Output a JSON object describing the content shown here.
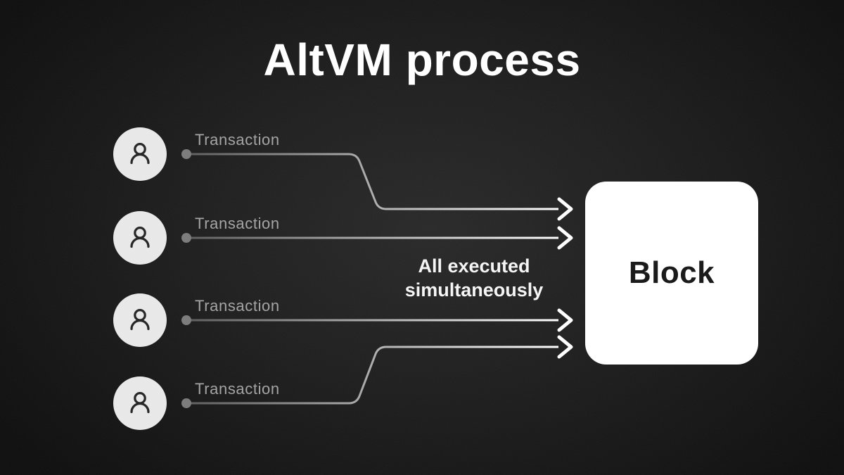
{
  "title": "AltVM process",
  "rows": [
    {
      "label": "Transaction"
    },
    {
      "label": "Transaction"
    },
    {
      "label": "Transaction"
    },
    {
      "label": "Transaction"
    }
  ],
  "annotation": {
    "line1": "All executed",
    "line2": "simultaneously"
  },
  "block": {
    "label": "Block"
  },
  "icons": {
    "avatar": "person-icon"
  },
  "colors": {
    "background_center": "#282828",
    "background_edge": "#0d0d0d",
    "line_gradient_start": "#5c5c5c",
    "line_gradient_end": "#ffffff",
    "arrow": "#ffffff",
    "connector_dot": "#7a7a7a",
    "avatar_fill": "#e8e8e8",
    "avatar_icon_stroke": "#232323",
    "label_text": "#a3a3a3",
    "title_text": "#ffffff",
    "annotation_text": "#f5f5f5",
    "block_fill": "#ffffff",
    "block_text": "#151515"
  }
}
